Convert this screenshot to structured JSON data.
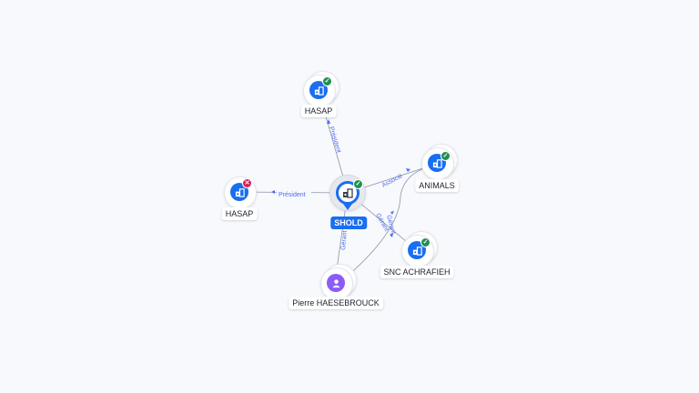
{
  "colors": {
    "company_node": "#1a6ef0",
    "person_node": "#8b5cf6",
    "status_ok": "#1f8f4e",
    "status_error": "#d81e5b",
    "edge_label": "#4a6cf7"
  },
  "nodes": {
    "shold": {
      "label": "SHOLD",
      "icon": "company-icon",
      "status": "check-icon"
    },
    "hasap_top": {
      "label": "HASAP",
      "icon": "company-icon",
      "status": "check-icon"
    },
    "hasap_left": {
      "label": "HASAP",
      "icon": "company-icon",
      "status": "cross-icon"
    },
    "animals": {
      "label": "ANIMALS",
      "icon": "company-icon",
      "status": "check-icon"
    },
    "snc_achrafieh": {
      "label": "SNC ACHRAFIEH",
      "icon": "company-icon",
      "status": "check-icon"
    },
    "pierre": {
      "label": "Pierre HAESEBROUCK",
      "icon": "person-icon"
    }
  },
  "edges": {
    "shold_hasap_top": "Président",
    "shold_hasap_left": "Président",
    "shold_animals": "Associé",
    "animals_snc": "Gérant",
    "pierre_shold": "Gérant",
    "pierre_snc": "Gérant"
  }
}
